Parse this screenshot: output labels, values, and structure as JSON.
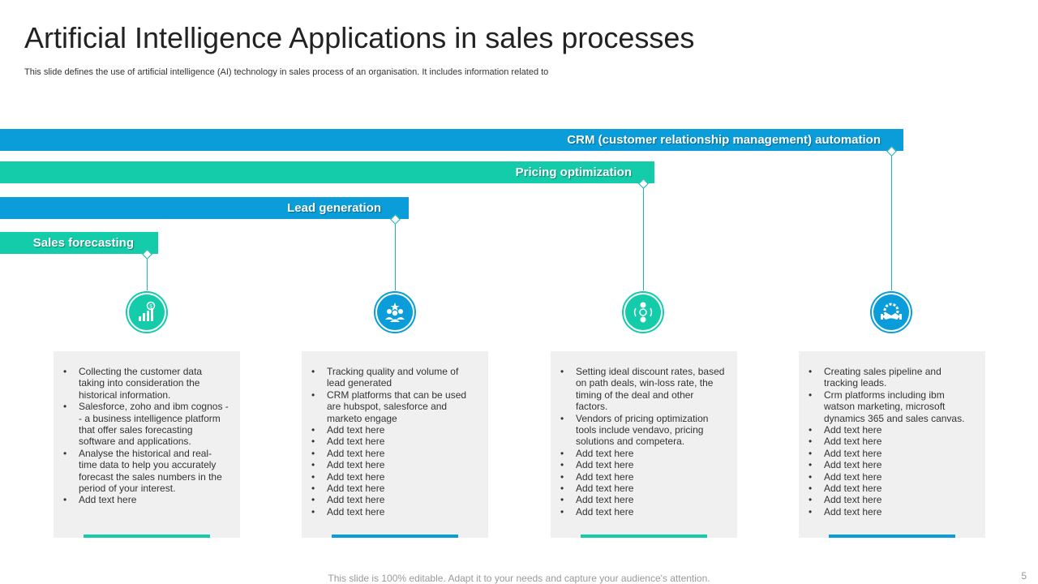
{
  "title": "Artificial Intelligence Applications in sales processes",
  "subtitle": "This slide defines the use of artificial intelligence (AI) technology in sales process of an organisation. It includes information related to",
  "bars": [
    {
      "label": "CRM (customer relationship management) automation"
    },
    {
      "label": "Pricing optimization"
    },
    {
      "label": "Lead generation"
    },
    {
      "label": "Sales forecasting"
    }
  ],
  "icons": [
    "sales-growth-icon",
    "team-rating-icon",
    "pricing-cycle-icon",
    "handshake-gear-icon"
  ],
  "cards": [
    {
      "items": [
        "Collecting the customer data taking into consideration the historical information.",
        "Salesforce, zoho and ibm cognos -- a business intelligence platform that offer sales forecasting software and applications.",
        "Analyse the historical and real-time data to help you accurately forecast the sales numbers in the period of your interest.",
        "Add text here"
      ]
    },
    {
      "items": [
        "Tracking quality and volume of lead generated",
        "CRM platforms that can be used are hubspot, salesforce and marketo engage",
        "Add text here",
        "Add text here",
        "Add text here",
        "Add text here",
        "Add text here",
        "Add text here",
        "Add text here",
        "Add text here"
      ]
    },
    {
      "items": [
        "Setting ideal discount rates, based on path deals, win-loss rate, the timing of the deal and other factors.",
        "Vendors of pricing optimization tools include vendavo, pricing solutions and competera.",
        "Add text here",
        "Add text here",
        "Add text here",
        "Add text here",
        "Add text here",
        "Add text here"
      ]
    },
    {
      "items": [
        "Creating sales pipeline and tracking leads.",
        "Crm platforms including ibm watson marketing, microsoft dynamics 365 and sales canvas.",
        "Add text here",
        "Add text here",
        "Add text here",
        "Add text here",
        "Add text here",
        "Add text here",
        "Add text here",
        "Add text here"
      ]
    }
  ],
  "colors": {
    "blue": "#0a9dd9",
    "green": "#14ccaa"
  },
  "footer": "This slide is 100% editable. Adapt it to your needs and capture your audience's attention.",
  "page_number": "5"
}
